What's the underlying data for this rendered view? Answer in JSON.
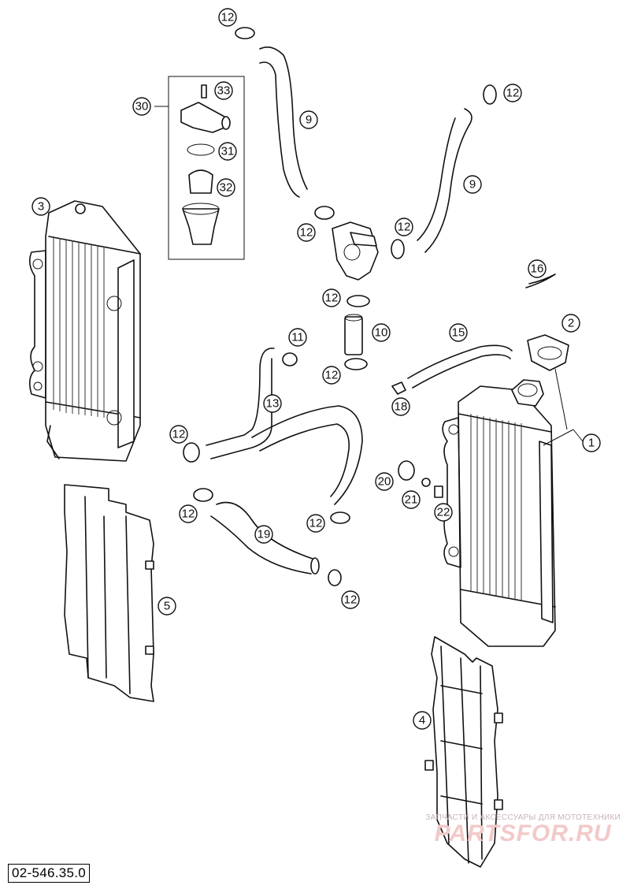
{
  "drawing_number": "02-546.35.0",
  "watermark": {
    "subtitle": "ЗАПЧАСТИ И АКСЕССУАРЫ ДЛЯ МОТОТЕХНИКИ",
    "brand": "PARTSFOR.RU"
  },
  "callouts": {
    "c1": "1",
    "c2": "2",
    "c3": "3",
    "c4": "4",
    "c5": "5",
    "c9a": "9",
    "c9b": "9",
    "c10": "10",
    "c11": "11",
    "c12_top": "12",
    "c12_topright": "12",
    "c12_pump_left": "12",
    "c12_pump_right": "12",
    "c12_mid1": "12",
    "c12_mid2": "12",
    "c12_left": "12",
    "c12_left2": "12",
    "c12_bottom_mid": "12",
    "c12_bottom": "12",
    "c13": "13",
    "c15": "15",
    "c16": "16",
    "c18": "18",
    "c19": "19",
    "c20": "20",
    "c21": "21",
    "c22": "22",
    "c30": "30",
    "c31": "31",
    "c32": "32",
    "c33": "33"
  }
}
